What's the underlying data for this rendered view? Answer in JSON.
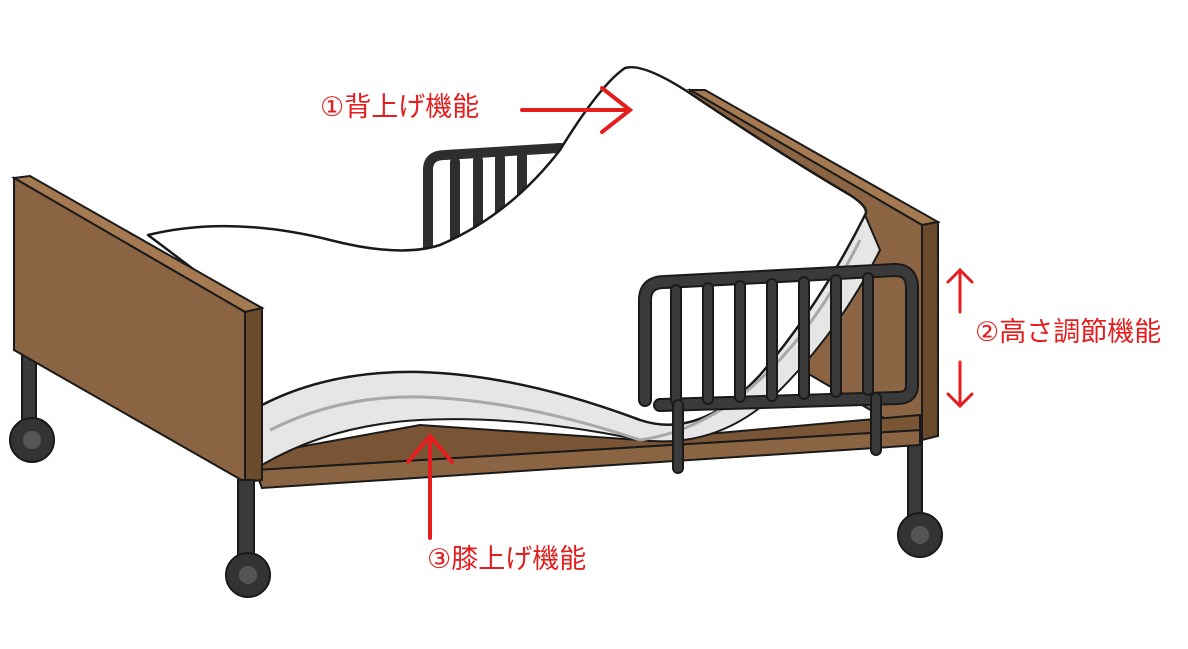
{
  "labels": {
    "back_raise": "①背上げ機能",
    "height_adjust": "②高さ調節機能",
    "knee_raise": "③膝上げ機能"
  },
  "colors": {
    "annotation": "#e41e1e",
    "wood_front": "#8b6543",
    "wood_top": "#a57a52",
    "wood_dark": "#6b4b2c",
    "metal": "#3a3a3a",
    "mattress": "#ffffff",
    "mattress_shadow": "#e6e6e6",
    "outline": "#1a1a1a"
  }
}
